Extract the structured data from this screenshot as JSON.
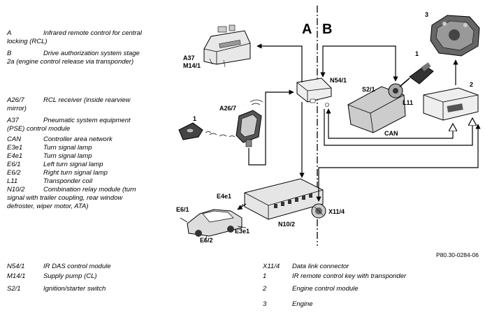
{
  "legend_top": [
    {
      "code": "A",
      "text": "Infrared remote control for central locking (RCL)"
    },
    {
      "code": "B",
      "text": "Drive authorization system stage 2a (engine control release via transponder)"
    },
    {
      "code": "A26/7",
      "text": "RCL receiver (inside rearview mirror)"
    },
    {
      "code": "A37",
      "text": "Pneumatic system equipment (PSE) control module"
    },
    {
      "code": "CAN",
      "text": "Controller area network"
    },
    {
      "code": "E3e1",
      "text": "Turn signal lamp"
    },
    {
      "code": "E4e1",
      "text": "Turn signal lamp"
    },
    {
      "code": "E6/1",
      "text": "Left turn signal lamp"
    },
    {
      "code": "E6/2",
      "text": "Right turn signal lamp"
    },
    {
      "code": "L11",
      "text": "Transponder coil"
    },
    {
      "code": "N10/2",
      "text": "Combination relay module (turn signal with trailer coupling, rear window defroster, wiper motor, ATA)"
    }
  ],
  "legend_bottom_left": [
    {
      "code": "N54/1",
      "text": "IR DAS control module"
    },
    {
      "code": "M14/1",
      "text": "Supply pump (CL)"
    },
    {
      "code": "S2/1",
      "text": "Ignition/starter switch"
    }
  ],
  "legend_bottom_right": [
    {
      "code": "X11/4",
      "text": "Data link connector"
    },
    {
      "code": "1",
      "text": "IR remote control key with transponder"
    },
    {
      "code": "2",
      "text": "Engine control module"
    },
    {
      "code": "3",
      "text": "Engine"
    }
  ],
  "diagram": {
    "side_a": "A",
    "side_b": "B",
    "reference": "P80.30-0284-06",
    "labels": {
      "a37": "A37",
      "m14_1": "M14/1",
      "n54_1": "N54/1",
      "s2_1": "S2/1",
      "l11": "L11",
      "a26_7": "A26/7",
      "key_1_left": "1",
      "key_1_right": "1",
      "ecm_2": "2",
      "engine_3": "3",
      "can": "CAN",
      "e4e1": "E4e1",
      "e6_1": "E6/1",
      "e3e1": "E3e1",
      "e6_2": "E6/2",
      "n10_2": "N10/2",
      "x11_4": "X11/4"
    }
  }
}
